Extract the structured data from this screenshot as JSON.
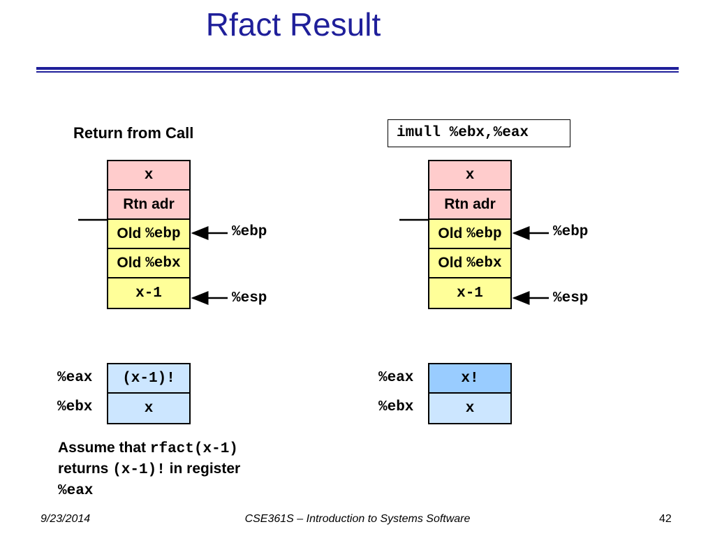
{
  "slide": {
    "title": "Rfact Result",
    "footer": {
      "date": "9/23/2014",
      "course": "CSE361S – Introduction to Systems Software",
      "page": "42"
    }
  },
  "left": {
    "heading": "Return from Call",
    "stack": [
      {
        "text": "x",
        "mono": true
      },
      {
        "text": "Rtn adr",
        "mono": false
      },
      {
        "prefix": "Old ",
        "reg": "%ebp"
      },
      {
        "prefix": "Old ",
        "reg": "%ebx"
      },
      {
        "text": "x-1",
        "mono": true
      }
    ],
    "ebp_label": "%ebp",
    "esp_label": "%esp",
    "registers": [
      {
        "name": "%eax",
        "value": "(x-1)!"
      },
      {
        "name": "%ebx",
        "value": "x"
      }
    ],
    "note": {
      "line1_text": "Assume that ",
      "line1_code": "rfact(x-1)",
      "line2_text_a": "returns ",
      "line2_code": "(x-1)!",
      "line2_text_b": " in register",
      "line3_code": "%eax"
    }
  },
  "right": {
    "instruction": "imull %ebx,%eax",
    "stack": [
      {
        "text": "x",
        "mono": true
      },
      {
        "text": "Rtn adr",
        "mono": false
      },
      {
        "prefix": "Old ",
        "reg": "%ebp"
      },
      {
        "prefix": "Old ",
        "reg": "%ebx"
      },
      {
        "text": "x-1",
        "mono": true
      }
    ],
    "ebp_label": "%ebp",
    "esp_label": "%esp",
    "registers": [
      {
        "name": "%eax",
        "value": "x!"
      },
      {
        "name": "%ebx",
        "value": "x"
      }
    ]
  },
  "colors": {
    "title_blue": "#1f1f9a",
    "stack_pink": "#ffcccc",
    "stack_yellow": "#ffff99",
    "register_light_blue": "#cce6ff",
    "register_highlight_blue": "#99ccff"
  }
}
